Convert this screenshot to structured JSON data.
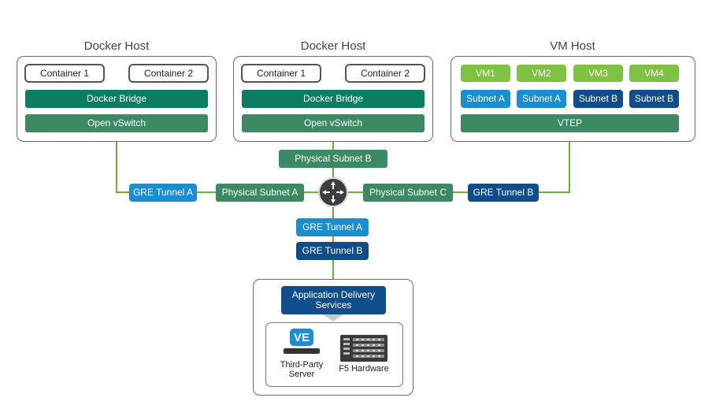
{
  "hosts": [
    {
      "title": "Docker Host",
      "container1": "Container 1",
      "container2": "Container 2",
      "bridge": "Docker Bridge",
      "switch": "Open vSwitch"
    },
    {
      "title": "Docker Host",
      "container1": "Container 1",
      "container2": "Container 2",
      "bridge": "Docker Bridge",
      "switch": "Open vSwitch"
    }
  ],
  "vm_host": {
    "title": "VM Host",
    "vms": [
      "VM1",
      "VM2",
      "VM3",
      "VM4"
    ],
    "subnets": [
      "Subnet A",
      "Subnet A",
      "Subnet B",
      "Subnet B"
    ],
    "vtep": "VTEP"
  },
  "network": {
    "physical_subnet_b": "Physical Subnet B",
    "physical_subnet_a": "Physical Subnet A",
    "physical_subnet_c": "Physical Subnet C",
    "gre_tunnel_a_left": "GRE Tunnel A",
    "gre_tunnel_b_right": "GRE Tunnel B",
    "gre_tunnel_a_bottom": "GRE Tunnel A",
    "gre_tunnel_b_bottom": "GRE Tunnel B"
  },
  "ads": {
    "label": "Application Delivery Services",
    "ve_badge": "VE",
    "third_party": "Third-Party Server",
    "f5_hardware": "F5 Hardware"
  },
  "colors": {
    "teal": "#0d7d61",
    "mid_green": "#3b8a63",
    "lime": "#7dc242",
    "light_blue": "#1b8ed1",
    "navy": "#0f4e8a",
    "wire": "#6fae3e"
  }
}
